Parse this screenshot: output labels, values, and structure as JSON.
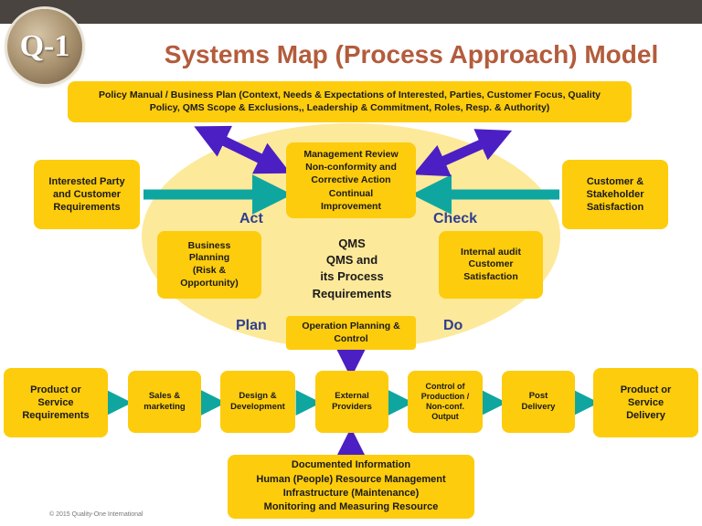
{
  "logo_text": "Q-1",
  "title": "Systems Map (Process Approach) Model",
  "policy_box": "Policy Manual / Business Plan (Context, Needs & Expectations of Interested, Parties, Customer Focus, Quality\nPolicy, QMS Scope & Exclusions,, Leadership & Commitment, Roles, Resp. & Authority)",
  "interested_party": "Interested Party\nand Customer\nRequirements",
  "management_review": "Management Review\nNon-conformity and\nCorrective Action\nContinual\nImprovement",
  "customer_satisfaction": "Customer &\nStakeholder\nSatisfaction",
  "pdca": {
    "act": "Act",
    "check": "Check",
    "plan": "Plan",
    "do": "Do"
  },
  "business_planning": "Business\nPlanning\n(Risk &\nOpportunity)",
  "qms_center": "QMS\nQMS and\nits Process\nRequirements",
  "internal_audit": "Internal audit\nCustomer\nSatisfaction",
  "operation_planning": "Operation Planning &\nControl",
  "process_chain": [
    "Product or\nService\nRequirements",
    "Sales &\nmarketing",
    "Design &\nDevelopment",
    "External\nProviders",
    "Control of\nProduction /\nNon-conf.\nOutput",
    "Post\nDelivery",
    "Product or\nService\nDelivery"
  ],
  "documented_info": "Documented Information\nHuman (People) Resource Management\nInfrastructure (Maintenance)\nMonitoring and Measuring Resource",
  "footer": "© 2015 Quality-One International",
  "colors": {
    "box": "#fdcc0d",
    "ellipse": "#fde99a",
    "teal_arrow": "#0fa6a0",
    "purple_arrow": "#4b1fc4",
    "title": "#b35c3c",
    "pdca_label": "#2e3f8f"
  }
}
